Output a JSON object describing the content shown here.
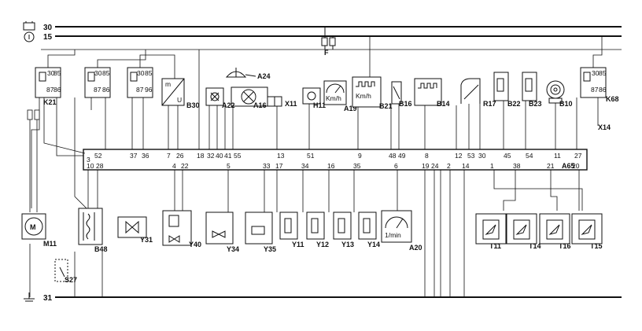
{
  "rails": {
    "r30": "30",
    "r15": "15",
    "r31": "31",
    "fuse": "F"
  },
  "relays": {
    "k21": {
      "name": "K21",
      "pins": [
        "30",
        "85",
        "87",
        "86"
      ]
    },
    "rl2": {
      "pins": [
        "30",
        "85",
        "87",
        "86"
      ]
    },
    "rl3": {
      "pins": [
        "30",
        "85",
        "87",
        "96"
      ]
    },
    "k68": {
      "name": "K68",
      "pins": [
        "30",
        "85",
        "87",
        "86"
      ]
    }
  },
  "components_top": {
    "b30": "B30",
    "b30_m": "m",
    "b30_u": "U",
    "a24": "A24",
    "a22": "A22",
    "a16": "A16",
    "x11": "X11",
    "h11": "H11",
    "a19": "A19",
    "a19_unit": "Km/h",
    "b21": "B21",
    "b21_unit": "Km/h",
    "b16": "B16",
    "b14": "B14",
    "r17": "R17",
    "b22": "B22",
    "b23": "B23",
    "b10": "B10",
    "x14": "X14"
  },
  "ecu": {
    "name": "A65",
    "top_pins": [
      "52",
      "37",
      "36",
      "7",
      "26",
      "18",
      "32",
      "40",
      "41",
      "55",
      "13",
      "51",
      "9",
      "48",
      "49",
      "8",
      "12",
      "53",
      "30",
      "45",
      "54",
      "11",
      "27"
    ],
    "bottom_pins": [
      "3",
      "10",
      "28",
      "4",
      "22",
      "5",
      "33",
      "17",
      "34",
      "16",
      "35",
      "6",
      "19",
      "24",
      "2",
      "14",
      "1",
      "38",
      "21",
      "20"
    ]
  },
  "components_bottom": {
    "m11": "M11",
    "m11_sym": "M",
    "s27": "S27",
    "b48": "B48",
    "y31": "Y31",
    "y40": "Y40",
    "y34": "Y34",
    "y35": "Y35",
    "y11": "Y11",
    "y12": "Y12",
    "y13": "Y13",
    "y14": "Y14",
    "a20": "A20",
    "a20_unit": "1/min",
    "t11": "T11",
    "t14": "T14",
    "t16": "T16",
    "t15": "T15"
  }
}
